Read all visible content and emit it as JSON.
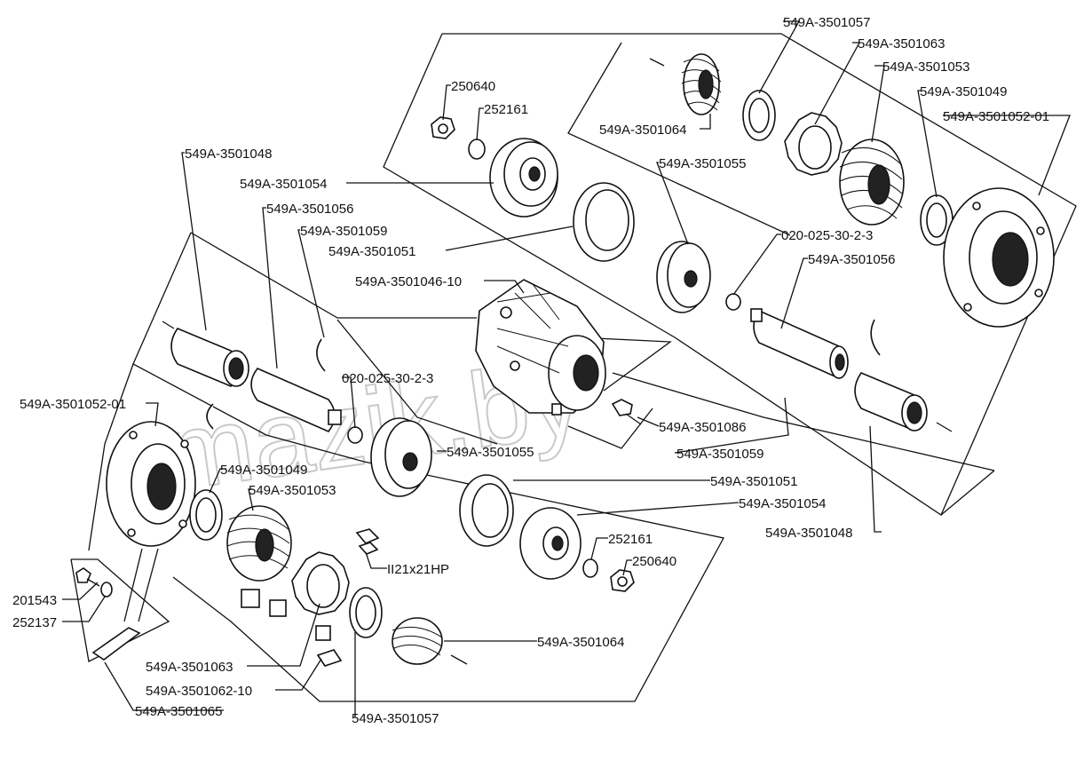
{
  "watermark": "mazik.by",
  "labels": {
    "l01": "549A-3501057",
    "l02": "549A-3501063",
    "l03": "549A-3501053",
    "l04": "250640",
    "l05": "252161",
    "l06": "549A-3501049",
    "l07": "549A-3501052-01",
    "l08": "549A-3501064",
    "l09": "549A-3501048",
    "l10": "549A-3501054",
    "l11": "549A-3501055",
    "l12": "549A-3501056",
    "l13": "549A-3501059",
    "l14": "020-025-30-2-3",
    "l15": "549A-3501051",
    "l16": "549A-3501056",
    "l17": "549A-3501046-10",
    "l18": "020-025-30-2-3",
    "l19": "549A-3501052-01",
    "l20": "549A-3501086",
    "l21": "549A-3501055",
    "l22": "549A-3501059",
    "l23": "549A-3501049",
    "l24": "549A-3501053",
    "l25": "549A-3501051",
    "l26": "549A-3501054",
    "l27": "252161",
    "l28": "250640",
    "l29": "549A-3501048",
    "l30": "II21x21HP",
    "l31": "201543",
    "l32": "252137",
    "l33": "549A-3501064",
    "l34": "549A-3501063",
    "l35": "549A-3501062-10",
    "l36": "549A-3501065",
    "l37": "549A-3501057"
  }
}
